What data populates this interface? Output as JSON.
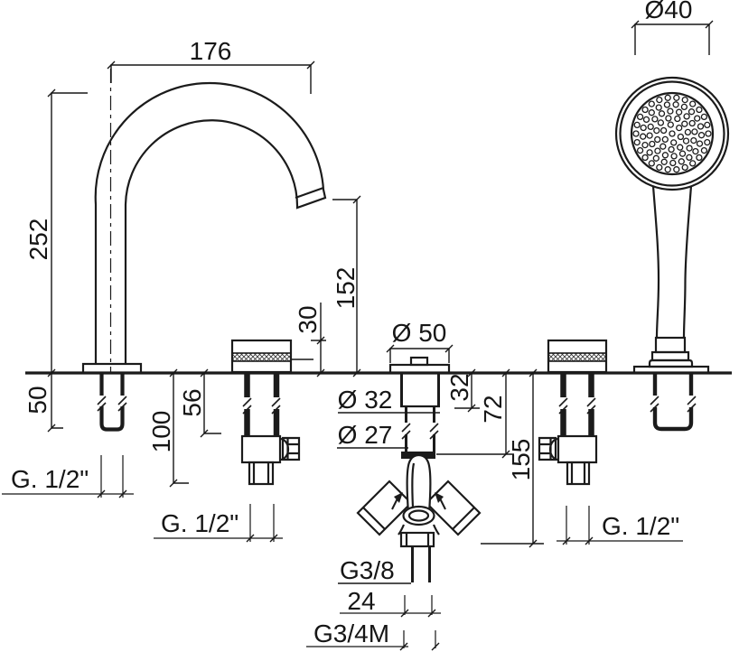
{
  "drawing": {
    "kind": "technical dimension drawing",
    "subject": "deck-mounted bath mixer with gooseneck spout and hand shower",
    "dimensions": {
      "spout_reach": "176",
      "spout_height": "252",
      "spout_shank_depth": "50",
      "outlet_height": "152",
      "handle_height": "30",
      "rosette_diameter": "Ø 50",
      "column_upper_diameter": "Ø 32",
      "column_lower_diameter": "Ø 27",
      "column_upper_depth": "32",
      "column_mid_depth": "72",
      "column_total_depth": "155",
      "valve_body_depth": "100",
      "valve_shank_depth": "56",
      "handshower_grip_diameter": "Ø40",
      "spout_thread": "G. 1/2\"",
      "valve_center_thread": "G. 1/2\"",
      "valve_right_thread": "G. 1/2\"",
      "hose_top_thread": "G3/8",
      "hose_nut_width": "24",
      "hose_bottom_thread": "G3/4M"
    }
  }
}
